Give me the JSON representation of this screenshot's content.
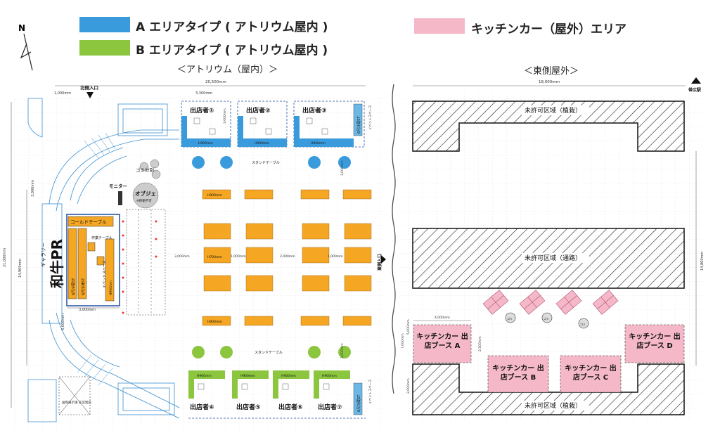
{
  "legend": {
    "area_a": {
      "label": "A エリアタイプ ( アトリウム屋内 )",
      "color": "#3a9bdc"
    },
    "area_b": {
      "label": "B エリアタイプ ( アトリウム屋内 )",
      "color": "#8cc63f"
    },
    "kitchen": {
      "label": "キッチンカー（屋外）エリア",
      "color": "#f5b8c8"
    }
  },
  "compass": {
    "label": "N"
  },
  "sections": {
    "atrium": "＜アトリウム（屋内）＞",
    "east": "＜東側屋外＞"
  },
  "atrium": {
    "dim_total_width": "20,500mm",
    "dim_booth_width": "3,300mm",
    "dim_left_top": "1,000mm",
    "dim_left_mid": "3,000mm",
    "dim_gap_1": "3,000mm",
    "dim_gap_2": "1,000mm",
    "dim_gap_3": "2,000mm",
    "dim_gap_4": "1,000mm",
    "dim_height_total": "21,000mm",
    "dim_height_inner": "14,900mm",
    "dim_booth_depth": "3,000mm",
    "dim_cold_width": "3,000mm",
    "dim_left_lower": "3,000mm",
    "dim_right_upper": "3,000mm",
    "dim_right_lower": "3,000mm",
    "north_entrance": "北側入口",
    "exhibitors_top": [
      "出店者①",
      "出店者②",
      "出店者③"
    ],
    "exhibitors_bottom": [
      "出店者④",
      "出店者⑤",
      "出店者⑥",
      "出店者⑦"
    ],
    "h900": "H900mm",
    "h700": "H700mm",
    "stand_table": "スタンドテーブル",
    "gomi": "ゴミ分別",
    "monitor": "モニター",
    "object": "オブジェ",
    "object_note": "※移動不可",
    "cold_table": "コールドテーブル",
    "work_table": "作業テーブル",
    "cold_unit": "6尺冷蔵ST",
    "cold_unit_2": "6尺冷凍ST",
    "fridge_st": "6尺冷蔵ST 6尺冷凍ST",
    "h900_short": "H900mm",
    "wagyu_pr": "和牛PR",
    "gallery": "ギャラリー",
    "event_space": "イベントスペース",
    "storage": "国際展示場 非常階段",
    "east_entrance": "東側入口"
  },
  "east": {
    "dim_width": "18,000mm",
    "obihiro_station": "帯広駅",
    "restricted_planting_top": "未許可区域（植栽）",
    "restricted_road": "未許可区域（通路）",
    "restricted_planting_bottom": "未許可区域（植栽）",
    "dim_height": "14,800mm",
    "dim_kitchen_w": "4,000mm",
    "dim_kitchen_h": "5,000mm",
    "dim_kitchen_h2": "7,000mm",
    "dim_kitchen_h3": "2,500mm",
    "dim_bottom": "2,000mm",
    "trash": "ゴミ",
    "booths": [
      "キッチンカー 出店ブース A",
      "キッチンカー 出店ブース B",
      "キッチンカー 出店ブース C",
      "キッチンカー 出店ブース D"
    ]
  }
}
